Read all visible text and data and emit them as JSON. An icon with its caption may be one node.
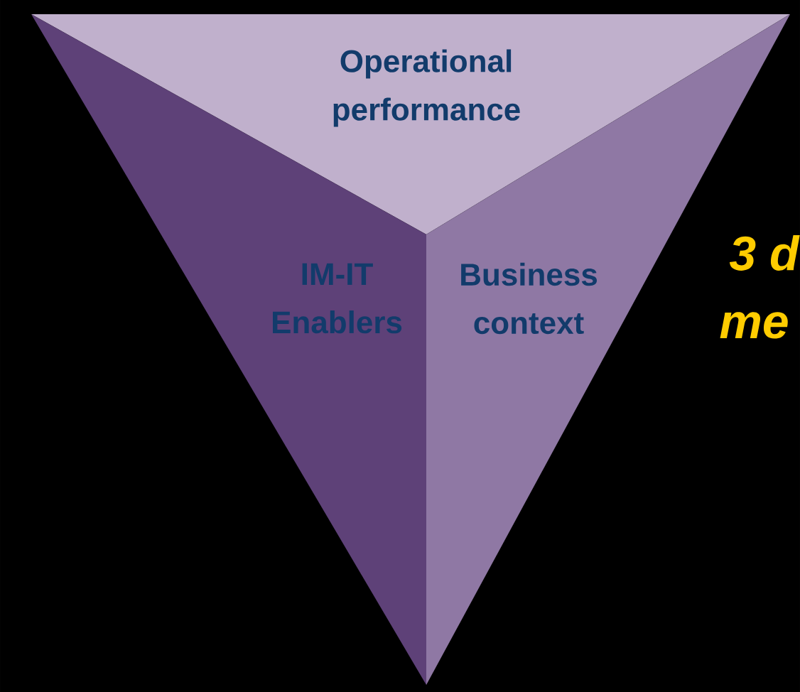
{
  "diagram": {
    "nodes": [
      {
        "text": [
          "Operational performance"
        ]
      },
      {
        "text": [
          "IM-IT Enablers"
        ]
      },
      {
        "text": [
          "Business context"
        ]
      }
    ],
    "labels": [
      "3 d",
      "me"
    ]
  }
}
